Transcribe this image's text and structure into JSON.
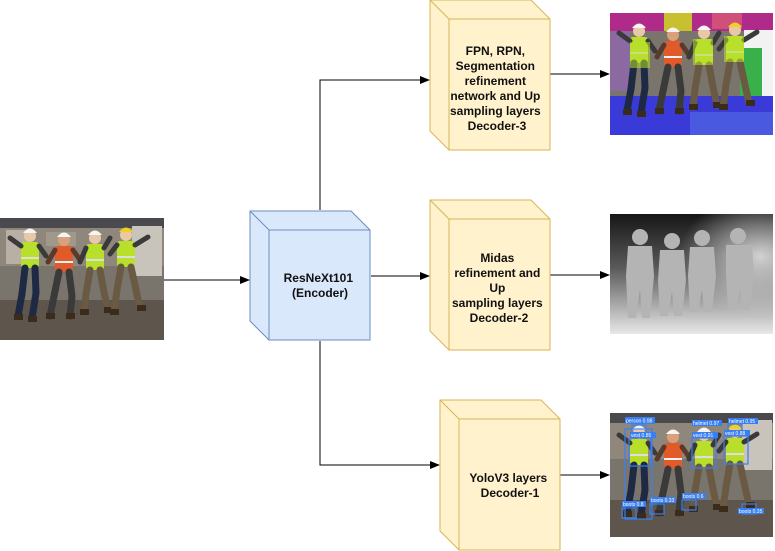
{
  "encoder": {
    "lines": [
      "ResNeXt101",
      "(Encoder)"
    ]
  },
  "decoder3": {
    "lines": [
      "FPN, RPN,",
      "Segmentation",
      "refinement",
      "network and Up",
      "sampling layers",
      "Decoder-3"
    ]
  },
  "decoder2": {
    "lines": [
      "Midas",
      "refinement and",
      "Up",
      "sampling layers",
      "Decoder-2"
    ]
  },
  "decoder1": {
    "lines": [
      "YoloV3 layers",
      "Decoder-1"
    ]
  },
  "detections": {
    "labels": [
      "person 0.98",
      "vest 0.85",
      "helmet 0.97",
      "helmet 0.95",
      "vest 0.91",
      "vest 0.88",
      "boots 0.8",
      "boots 0.33",
      "boots 0.6",
      "boots 0.35"
    ]
  },
  "colors": {
    "encoder_fill": "#dae8fc",
    "encoder_stroke": "#6c8ebf",
    "decoder_fill": "#fff2cc",
    "decoder_stroke": "#d6b656",
    "vest": "#b8e02a",
    "helmet": "#f0d020",
    "seg_floor": "#3a3ad8",
    "seg_top": "#b02a8a"
  }
}
